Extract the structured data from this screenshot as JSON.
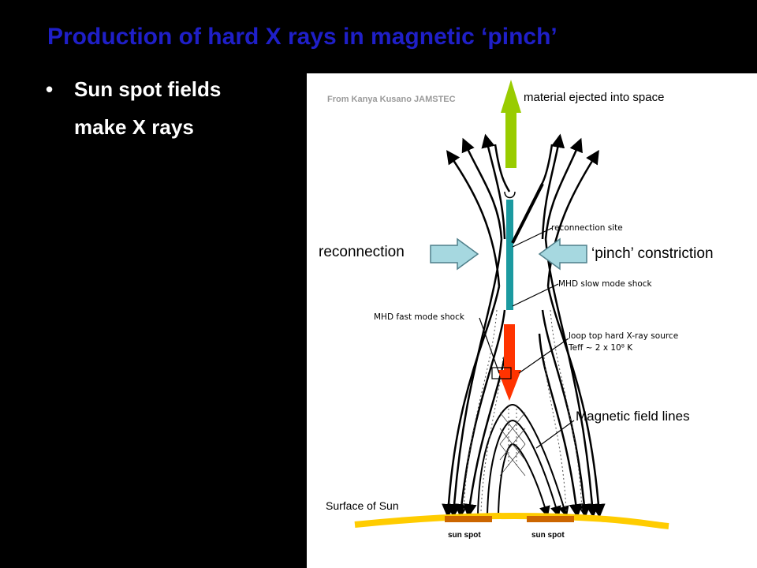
{
  "slide": {
    "title": "Production of hard X rays in magnetic ‘pinch’",
    "bullet_line1": "Sun spot fields",
    "bullet_line2": "make X rays",
    "bullet_symbol": "•"
  },
  "diagram": {
    "credit": "From Kanya Kusano JAMSTEC",
    "ejected_label": "material ejected into space",
    "reconnection_label": "reconnection",
    "pinch_label": "‘pinch’ constriction",
    "magnetic_label": "Magnetic field lines",
    "surface_label": "Surface of Sun",
    "sunspot_left": "sun spot",
    "sunspot_right": "sun spot",
    "annotations": {
      "reconnection_site": "reconnection site",
      "slow_shock": "MHD slow mode shock",
      "fast_shock": "MHD fast mode shock",
      "loop_top_1": "loop top hard X-ray source",
      "loop_top_2": "Teff ~ 2 x 10⁸ K"
    }
  },
  "colors": {
    "title": "#1f1fc8",
    "up_arrow": "#99cc00",
    "down_arrow": "#ff3300",
    "current_sheet": "#1b9aa0",
    "hollow_arrow_fill": "#a6d8e0",
    "sun_surface": "#ffcc00",
    "sunspot": "#cc6600"
  },
  "icons": {
    "up_arrow": "arrow-up-icon",
    "down_arrow": "arrow-down-icon",
    "inward_arrows": "hollow-arrow-icon"
  }
}
